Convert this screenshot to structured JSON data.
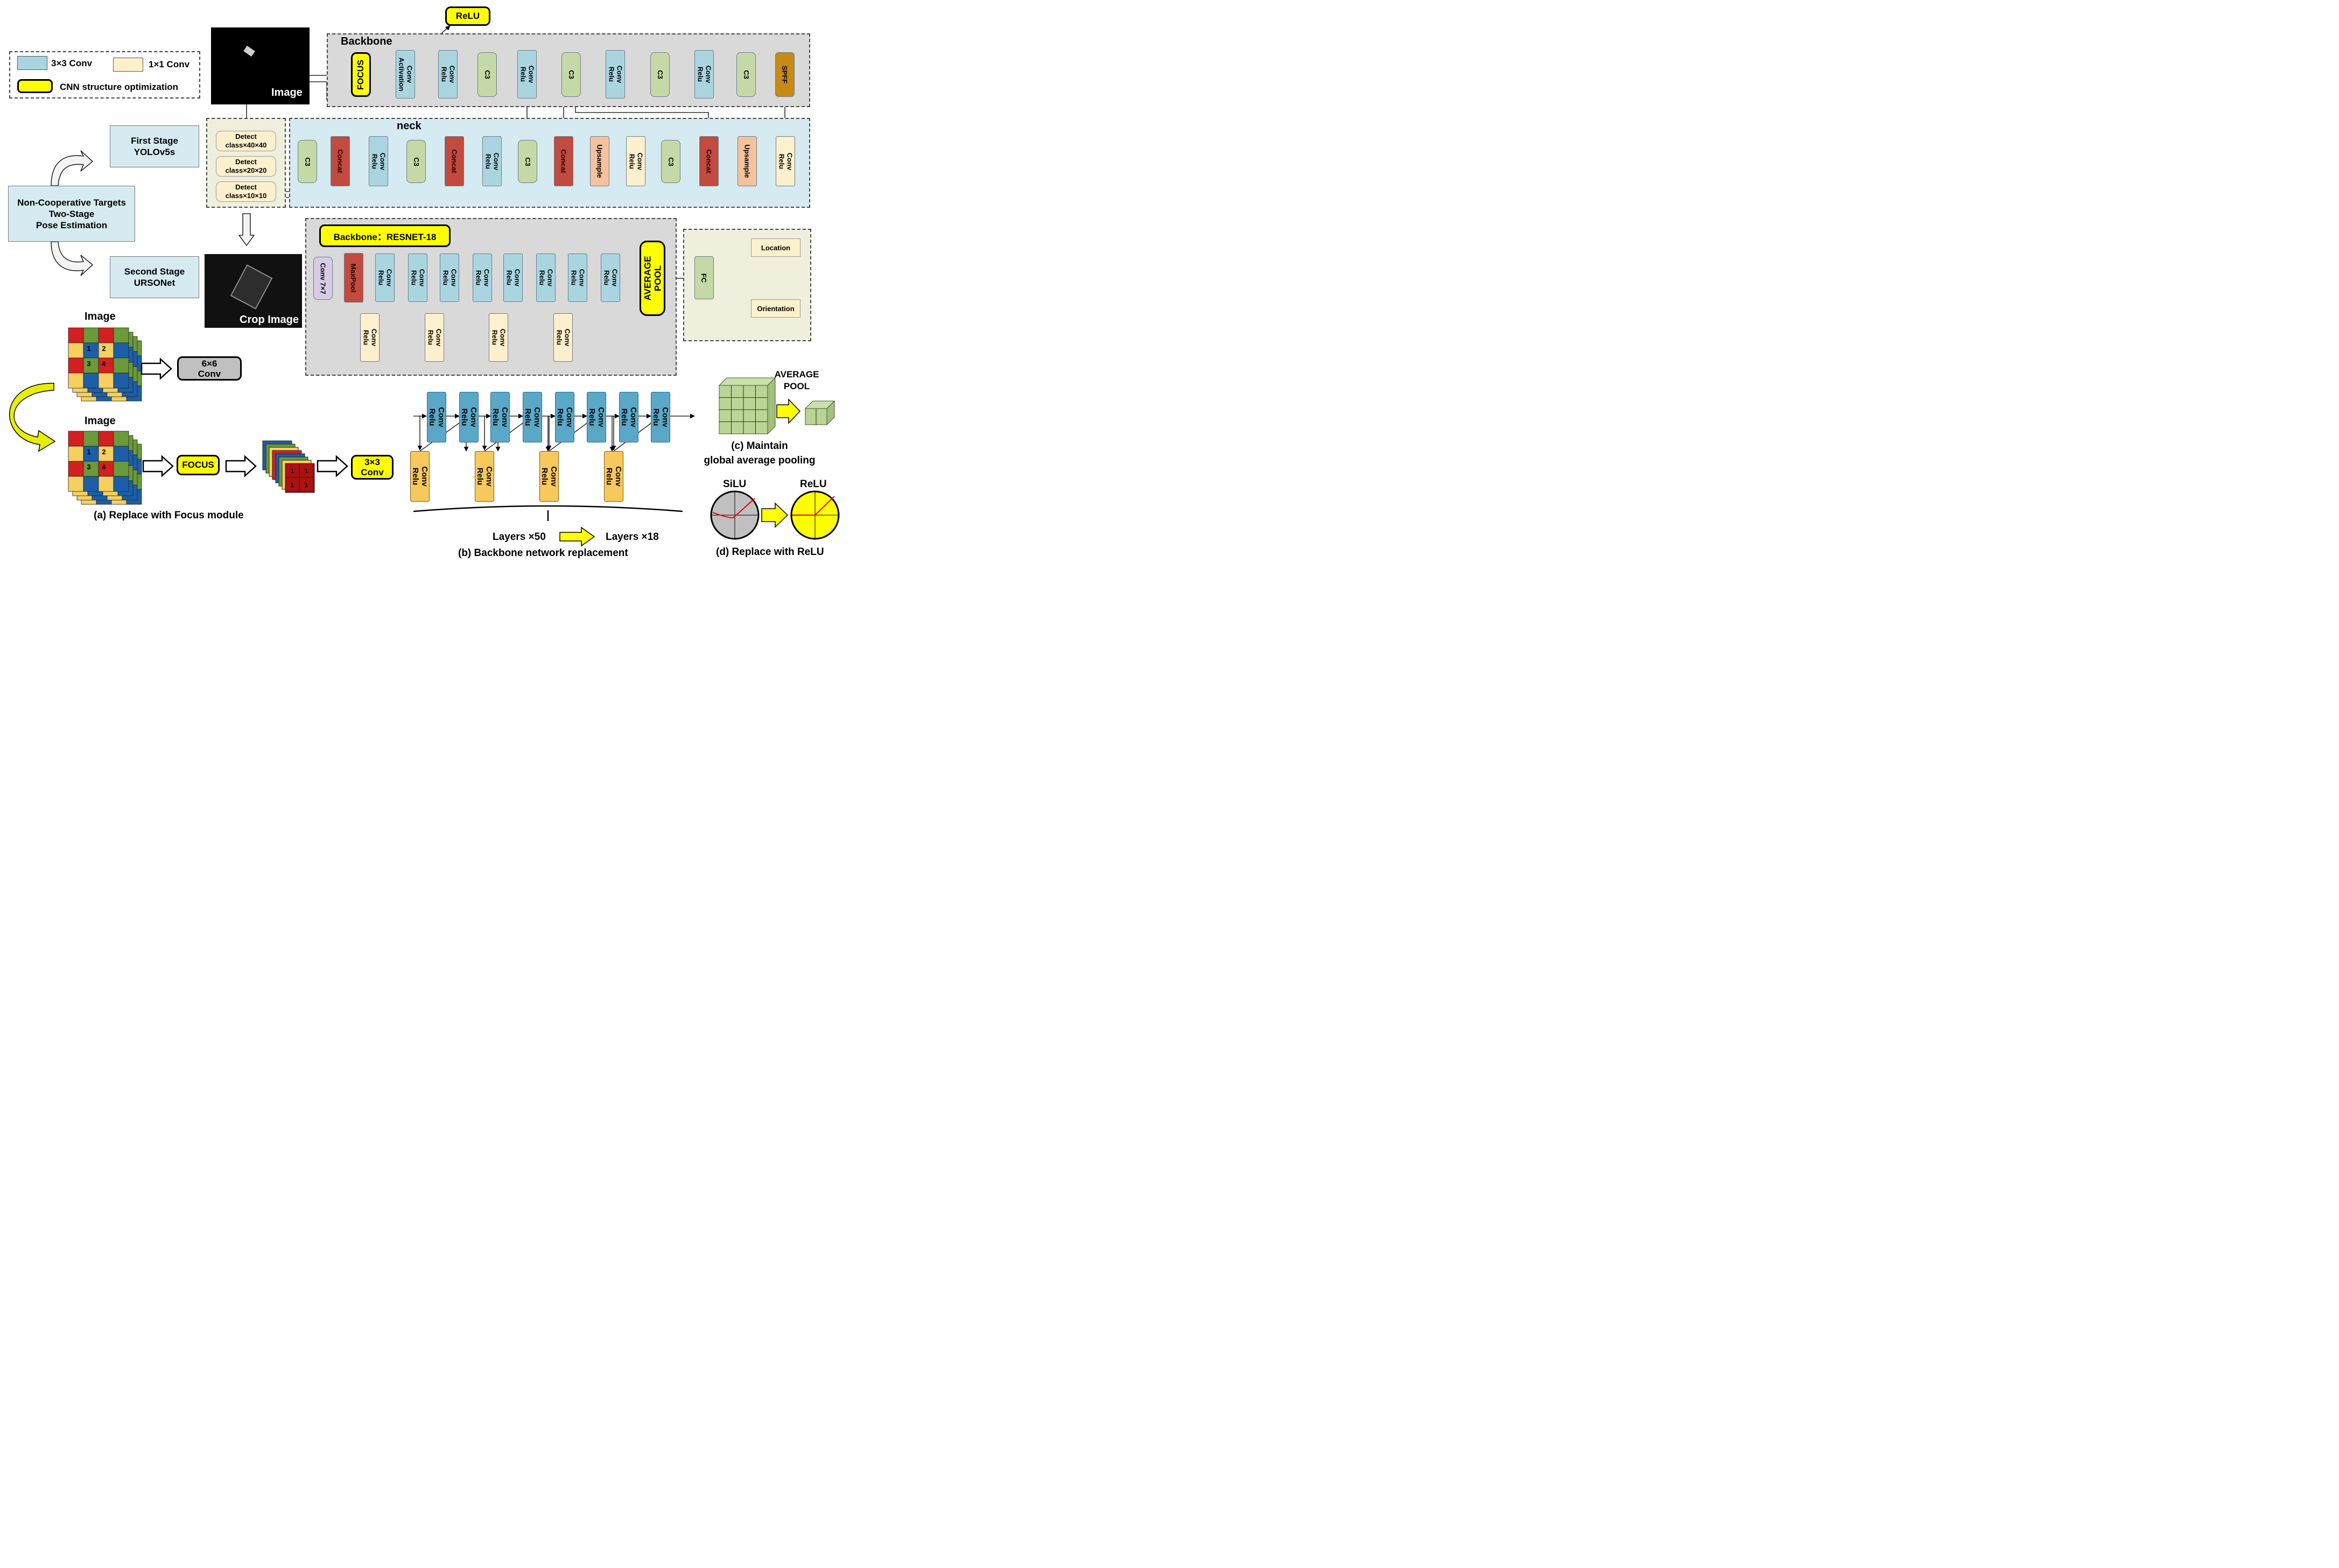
{
  "legend": {
    "conv3": "3×3 Conv",
    "conv1": "1×1 Conv",
    "optimization": "CNN structure optimization"
  },
  "image_label": "Image",
  "relu_top": "ReLU",
  "backbone": {
    "title": "Backbone",
    "focus": "FOCUS",
    "conv_activation": "Conv\nActivation",
    "conv_relu": "Conv\nRelu",
    "c3": "C3",
    "spff": "SPFF"
  },
  "neck": {
    "title": "neck",
    "concat": "Concat",
    "upsample": "Upsample",
    "conv_relu": "Conv\nRelu",
    "c3": "C3"
  },
  "detect": [
    "Detect\nclass×40×40",
    "Detect\nclass×20×20",
    "Detect\nclass×10×10"
  ],
  "stages": {
    "first": "First Stage\nYOLOv5s",
    "second": "Second Stage\nURSONet",
    "main": "Non-Cooperative Targets\nTwo-Stage\nPose Estimation"
  },
  "crop_image": "Crop Image",
  "resnet": {
    "title": "Backbone：RESNET-18",
    "conv7": "Conv 7×7",
    "maxpool": "MaxPool",
    "conv_relu": "Conv\nRelu",
    "avgpool": "AVERAGE\nPOOL",
    "fc": "FC",
    "location": "Location",
    "orientation": "Orientation"
  },
  "focus_panel": {
    "image_top": "Image",
    "image_bottom": "Image",
    "conv6": "6×6\nConv",
    "focus": "FOCUS",
    "conv3": "3×3\nConv",
    "grid_numbers": [
      "1",
      "2",
      "3",
      "4"
    ],
    "slice_numbers": [
      "1",
      "1",
      "1",
      "1"
    ],
    "caption": "(a) Replace with Focus module"
  },
  "backbone_panel": {
    "conv_relu": "Conv\nRelu",
    "layers_from": "Layers ×50",
    "layers_to": "Layers ×18",
    "caption": "(b) Backbone network replacement"
  },
  "pool_panel": {
    "title": "AVERAGE\nPOOL",
    "caption": "(c) Maintain\nglobal average pooling"
  },
  "relu_panel": {
    "silu": "SiLU",
    "relu": "ReLU",
    "caption": "(d) Replace with ReLU"
  },
  "colors": {
    "blue_conv": "#a9d5e0",
    "cream_conv": "#fdf0cc",
    "c3_green": "#c4d9a6",
    "concat_red": "#c24a3f",
    "upsample": "#f5c29e",
    "highlight_yellow": "#ffff00",
    "spff": "#c78a12"
  }
}
